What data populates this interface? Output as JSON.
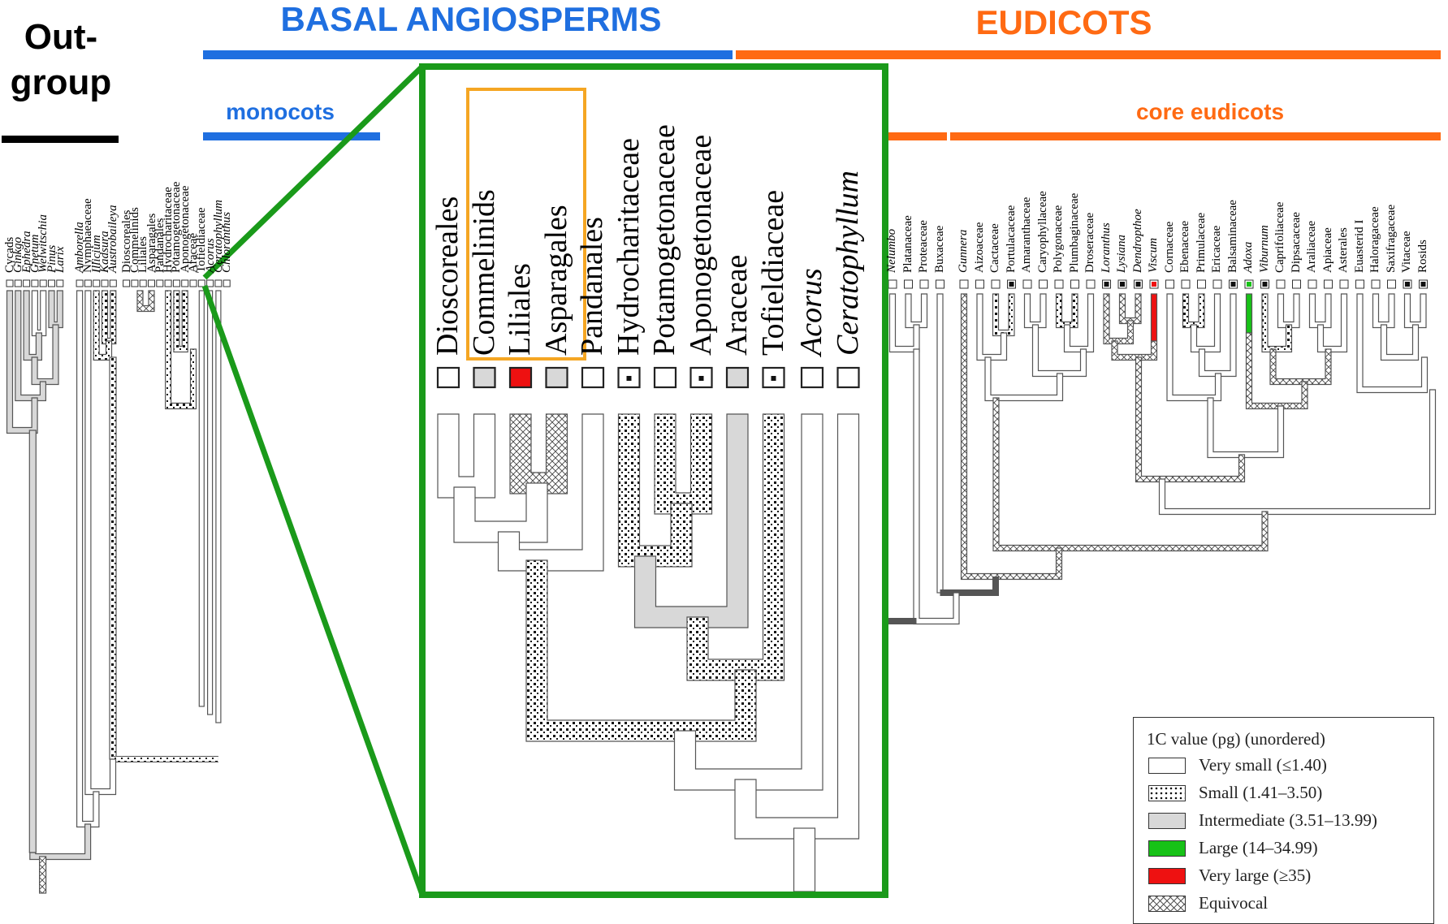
{
  "groups": {
    "outgroup": "Out-\ngroup",
    "basal_angiosperms": "BASAL ANGIOSPERMS",
    "eudicots": "EUDICOTS",
    "monocots": "monocots",
    "core_eudicots": "core eudicots"
  },
  "colors": {
    "basal_blue": "#1f6fe0",
    "eudicot_orange": "#ff6a13",
    "zoom_green": "#1a9a1a",
    "highlight_orange": "#f5a623",
    "very_small": "#ffffff",
    "intermediate": "#d8d8d8",
    "large": "#17c217",
    "very_large": "#ee1111"
  },
  "left_taxa": [
    {
      "name": "Cycads",
      "italic": false
    },
    {
      "name": "Ginkgo",
      "italic": true
    },
    {
      "name": "Ephedra",
      "italic": true
    },
    {
      "name": "Gnetum",
      "italic": true
    },
    {
      "name": "Welwitschia",
      "italic": true
    },
    {
      "name": "Pinus",
      "italic": true
    },
    {
      "name": "Larix",
      "italic": true
    },
    {
      "name": "Amborella",
      "italic": true
    },
    {
      "name": "Nymphaeaceae",
      "italic": false
    },
    {
      "name": "Illicium",
      "italic": true
    },
    {
      "name": "Kadsura",
      "italic": true
    },
    {
      "name": "Austrobaileya",
      "italic": true
    },
    {
      "name": "Dioscoreales",
      "italic": false
    },
    {
      "name": "Commelinids",
      "italic": false
    },
    {
      "name": "Liliales",
      "italic": false
    },
    {
      "name": "Asparagales",
      "italic": false
    },
    {
      "name": "Pandanales",
      "italic": false
    },
    {
      "name": "Hydrocharitaceae",
      "italic": false
    },
    {
      "name": "Potamogetonaceae",
      "italic": false
    },
    {
      "name": "Aponogetonaceae",
      "italic": false
    },
    {
      "name": "Araceae",
      "italic": false
    },
    {
      "name": "Tofieldiaceae",
      "italic": false
    },
    {
      "name": "Acorus",
      "italic": true
    },
    {
      "name": "Ceratophyllum",
      "italic": true
    },
    {
      "name": "Chloranthus",
      "italic": true
    }
  ],
  "right_taxa": [
    {
      "name": "Nelumbo",
      "italic": true
    },
    {
      "name": "Platanaceae",
      "italic": false
    },
    {
      "name": "Proteaceae",
      "italic": false
    },
    {
      "name": "Buxaceae",
      "italic": false
    },
    {
      "name": "Gunnera",
      "italic": true
    },
    {
      "name": "Aizoaceae",
      "italic": false
    },
    {
      "name": "Cactaceae",
      "italic": false
    },
    {
      "name": "Portulacaceae",
      "italic": false
    },
    {
      "name": "Amaranthaceae",
      "italic": false
    },
    {
      "name": "Caryophyllaceae",
      "italic": false
    },
    {
      "name": "Polygonaceae",
      "italic": false
    },
    {
      "name": "Plumbaginaceae",
      "italic": false
    },
    {
      "name": "Droseraceae",
      "italic": false
    },
    {
      "name": "Loranthus",
      "italic": true
    },
    {
      "name": "Lysiana",
      "italic": true
    },
    {
      "name": "Dendropthoe",
      "italic": true
    },
    {
      "name": "Viscum",
      "italic": true
    },
    {
      "name": "Cornaceae",
      "italic": false
    },
    {
      "name": "Ebenaceae",
      "italic": false
    },
    {
      "name": "Primulaceae",
      "italic": false
    },
    {
      "name": "Ericaceae",
      "italic": false
    },
    {
      "name": "Balsaminaceae",
      "italic": false
    },
    {
      "name": "Adoxa",
      "italic": true
    },
    {
      "name": "Viburnum",
      "italic": true
    },
    {
      "name": "Caprifoliaceae",
      "italic": false
    },
    {
      "name": "Dipsacaceae",
      "italic": false
    },
    {
      "name": "Araliaceae",
      "italic": false
    },
    {
      "name": "Apiaceae",
      "italic": false
    },
    {
      "name": "Asterales",
      "italic": false
    },
    {
      "name": "Euasterid I",
      "italic": false
    },
    {
      "name": "Haloragaceae",
      "italic": false
    },
    {
      "name": "Saxifragaceae",
      "italic": false
    },
    {
      "name": "Vitaceae",
      "italic": false
    },
    {
      "name": "Rosids",
      "italic": false
    }
  ],
  "zoom_taxa": [
    {
      "name": "Dioscoreales",
      "italic": false,
      "state": "very_small"
    },
    {
      "name": "Commelinids",
      "italic": false,
      "state": "intermediate"
    },
    {
      "name": "Liliales",
      "italic": false,
      "state": "very_large"
    },
    {
      "name": "Asparagales",
      "italic": false,
      "state": "intermediate"
    },
    {
      "name": "Pandanales",
      "italic": false,
      "state": "very_small"
    },
    {
      "name": "Hydrocharitaceae",
      "italic": false,
      "state": "small"
    },
    {
      "name": "Potamogetonaceae",
      "italic": false,
      "state": "very_small"
    },
    {
      "name": "Aponogetonaceae",
      "italic": false,
      "state": "small"
    },
    {
      "name": "Araceae",
      "italic": false,
      "state": "intermediate"
    },
    {
      "name": "Tofieldiaceae",
      "italic": false,
      "state": "small"
    },
    {
      "name": "Acorus",
      "italic": true,
      "state": "very_small"
    },
    {
      "name": "Ceratophyllum",
      "italic": true,
      "state": "very_small"
    }
  ],
  "legend": {
    "title": "1C value (pg) (unordered)",
    "items": [
      {
        "label": "Very small (≤1.40)",
        "pattern": "very_small"
      },
      {
        "label": "Small (1.41–3.50)",
        "pattern": "small"
      },
      {
        "label": "Intermediate (3.51–13.99)",
        "pattern": "intermediate"
      },
      {
        "label": "Large (14–34.99)",
        "pattern": "large"
      },
      {
        "label": "Very large (≥35)",
        "pattern": "very_large"
      },
      {
        "label": "Equivocal",
        "pattern": "equivocal"
      }
    ]
  }
}
